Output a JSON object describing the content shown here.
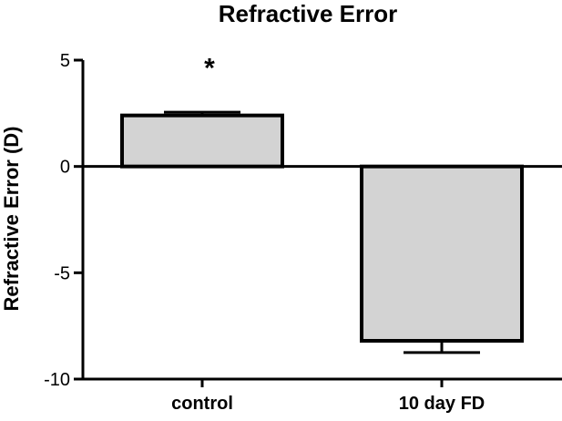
{
  "chart_data": {
    "type": "bar",
    "title": "Refractive Error",
    "xlabel": "",
    "ylabel": "Refractive Error (D)",
    "categories": [
      "control",
      "10 day FD"
    ],
    "values": [
      2.4,
      -8.2
    ],
    "error": [
      0.15,
      0.55
    ],
    "ylim": [
      -10,
      5
    ],
    "yticks": [
      5,
      0,
      -5,
      -10
    ],
    "ytick_labels": [
      "5",
      "0",
      "-5",
      "-10"
    ],
    "annotations": [
      {
        "text": "*",
        "category_index": 0,
        "y": 4.8
      }
    ],
    "grid": false,
    "legend": "none",
    "colors": {
      "bar_fill": "#d3d3d3",
      "bar_stroke": "#000000",
      "axis": "#000000"
    }
  }
}
